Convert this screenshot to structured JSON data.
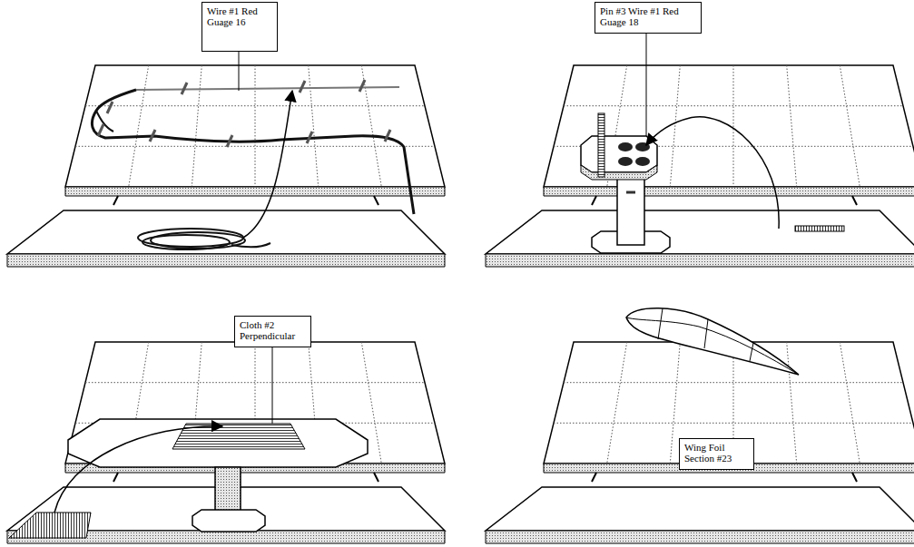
{
  "diagram": {
    "nodes": [
      {
        "text": [
          "Wire #1 Red Guage 16"
        ]
      },
      {
        "text": [
          "Pin #3 Wire #1 Red Guage 18"
        ]
      },
      {
        "text": [
          "Cloth #2 Perpendicular"
        ]
      },
      {
        "text": [
          "Wing Foil Section #23"
        ]
      }
    ]
  }
}
